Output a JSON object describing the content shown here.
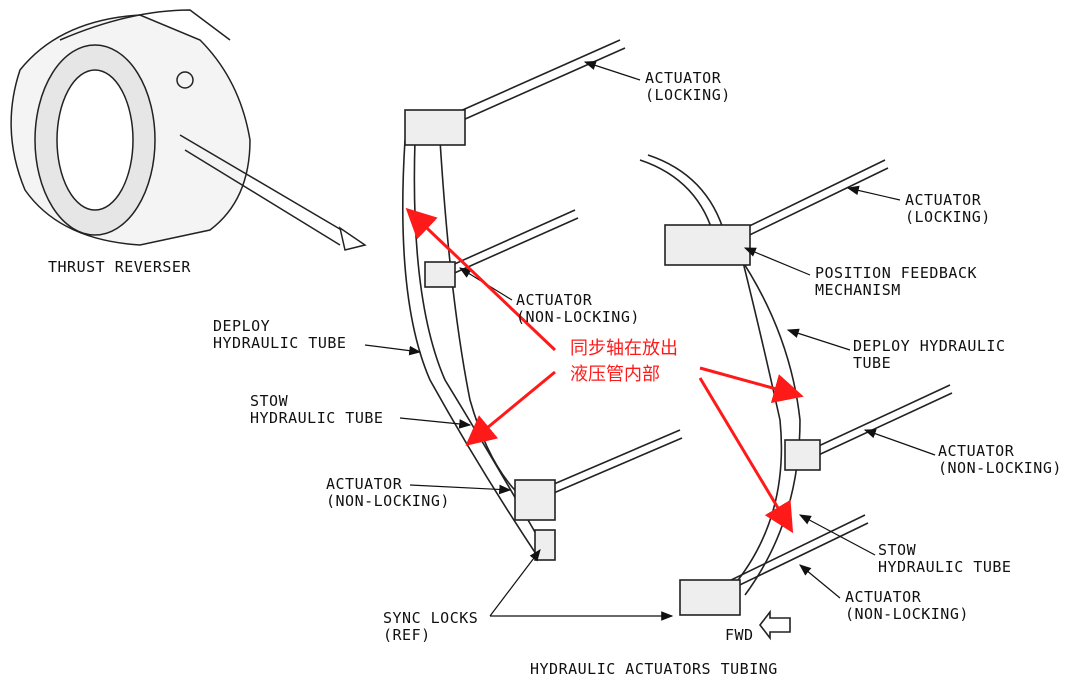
{
  "labels": {
    "actuator_locking_top": [
      "ACTUATOR",
      "(LOCKING)"
    ],
    "thrust_reverser": "THRUST REVERSER",
    "actuator_locking_right": [
      "ACTUATOR",
      "(LOCKING)"
    ],
    "position_feedback": [
      "POSITION FEEDBACK",
      "MECHANISM"
    ],
    "actuator_nonlocking_upper_left": [
      "ACTUATOR",
      "(NON-LOCKING)"
    ],
    "deploy_tube_left": [
      "DEPLOY",
      "HYDRAULIC TUBE"
    ],
    "deploy_tube_right": [
      "DEPLOY HYDRAULIC",
      "TUBE"
    ],
    "stow_tube_left": [
      "STOW",
      "HYDRAULIC TUBE"
    ],
    "actuator_nonlocking_right": [
      "ACTUATOR",
      "(NON-LOCKING)"
    ],
    "actuator_nonlocking_lower_left": [
      "ACTUATOR",
      "(NON-LOCKING)"
    ],
    "stow_tube_right": [
      "STOW",
      "HYDRAULIC TUBE"
    ],
    "actuator_nonlocking_lower_right": [
      "ACTUATOR",
      "(NON-LOCKING)"
    ],
    "sync_locks": [
      "SYNC LOCKS",
      "(REF)"
    ],
    "fwd": "FWD",
    "caption": "HYDRAULIC ACTUATORS TUBING"
  },
  "annotation": {
    "lines": [
      "同步轴在放出",
      "液压管内部"
    ],
    "color": "#ff1a1a"
  }
}
